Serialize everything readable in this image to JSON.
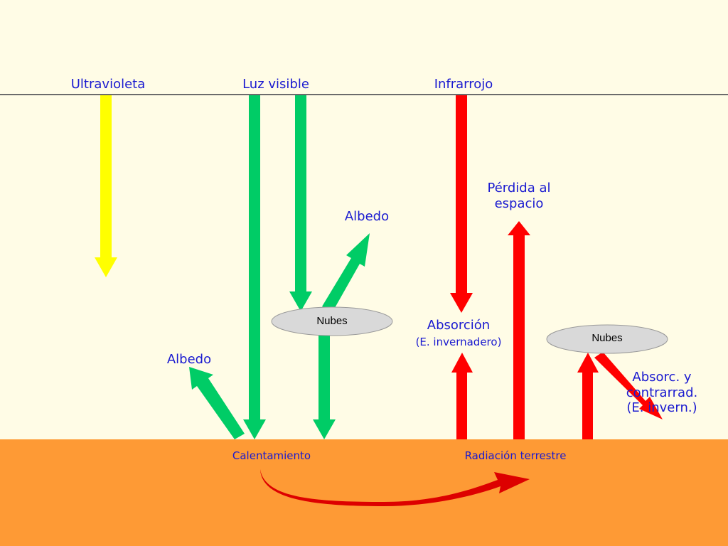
{
  "colors": {
    "background": "#fffce6",
    "ground": "#fe9a35",
    "atmosphere_line": "#6b6b6b",
    "uv_arrow": "#ffff00",
    "visible_arrow": "#00cc66",
    "infrared_arrow": "#ff0000",
    "curved_arrow": "#dd0000",
    "cloud_fill": "#d9d9d9",
    "label_text": "#1a1ad0"
  },
  "labels": {
    "ultraviolet": "Ultravioleta",
    "visible_light": "Luz visible",
    "infrared": "Infrarrojo",
    "albedo_clouds": "Albedo",
    "albedo_ground": "Albedo",
    "space_loss": "Pérdida al espacio",
    "absorption_title": "Absorción",
    "absorption_note": "(E. invernadero)",
    "counter_radiation": "Absorc. y contrarrad. (E. invern.)",
    "heating": "Calentamiento",
    "terrestrial_radiation": "Radiación terrestre"
  },
  "clouds": {
    "left": "Nubes",
    "right": "Nubes"
  }
}
